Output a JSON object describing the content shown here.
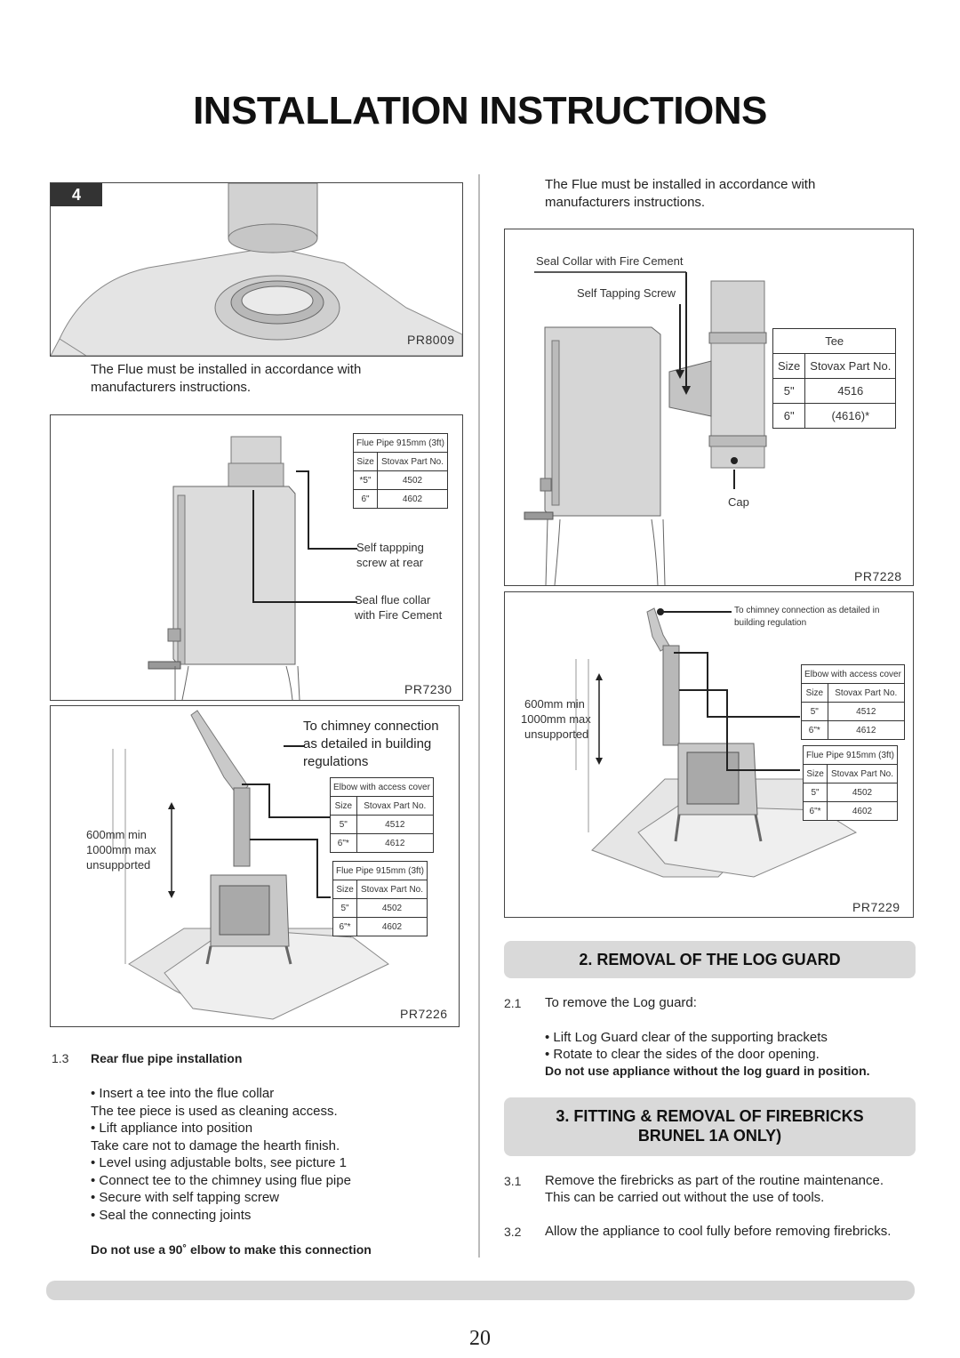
{
  "page_title": "INSTALLATION INSTRUCTIONS",
  "page_number": "20",
  "left": {
    "fig4": {
      "badge": "4",
      "code": "PR8009"
    },
    "fig4_caption_1": "The Flue must be installed in accordance with",
    "fig4_caption_2": "manufacturers instructions.",
    "fig_pr7230": {
      "code": "PR7230",
      "table_caption": "Flue Pipe 915mm (3ft)",
      "headers": [
        "Size",
        "Stovax Part No."
      ],
      "rows": [
        [
          "*5\"",
          "4502"
        ],
        [
          "6\"",
          "4602"
        ]
      ],
      "label_screw_1": "Self tappping",
      "label_screw_2": "screw at rear",
      "label_seal_1": "Seal flue collar",
      "label_seal_2": "with Fire Cement"
    },
    "fig_pr7226": {
      "code": "PR7226",
      "label_chimney_1": "To chimney connection",
      "label_chimney_2": "as detailed in building",
      "label_chimney_3": "regulations",
      "dim_1": "600mm min",
      "dim_2": "1000mm max",
      "dim_3": "unsupported",
      "elbow_caption": "Elbow with access cover",
      "elbow_headers": [
        "Size",
        "Stovax Part No."
      ],
      "elbow_rows": [
        [
          "5\"",
          "4512"
        ],
        [
          "6\"*",
          "4612"
        ]
      ],
      "flue_caption": "Flue Pipe 915mm (3ft)",
      "flue_headers": [
        "Size",
        "Stovax Part No."
      ],
      "flue_rows": [
        [
          "5\"",
          "4502"
        ],
        [
          "6\"*",
          "4602"
        ]
      ]
    },
    "section_1_3": {
      "number": "1.3",
      "heading": "Rear flue pipe installation",
      "bullet_1": "Insert a tee into the flue collar",
      "line_2": "The tee piece is used as cleaning access.",
      "bullet_3": "Lift appliance into position",
      "line_4": "Take care not to damage the hearth finish.",
      "bullet_5": "Level using adjustable bolts, see picture 1",
      "bullet_6": "Connect tee to the chimney using flue pipe",
      "bullet_7": "Secure with self tapping screw",
      "bullet_8": "Seal the connecting joints",
      "warning": "Do not use a 90˚ elbow to make this connection"
    }
  },
  "right": {
    "intro_1": "The Flue must be installed in accordance with",
    "intro_2": "manufacturers instructions.",
    "fig_pr7228": {
      "code": "PR7228",
      "label_seal": "Seal Collar with Fire Cement",
      "label_screw": "Self Tapping Screw",
      "label_cap": "Cap",
      "tee_caption": "Tee",
      "headers": [
        "Size",
        "Stovax Part No."
      ],
      "rows": [
        [
          "5\"",
          "4516"
        ],
        [
          "6\"",
          "(4616)*"
        ]
      ]
    },
    "fig_pr7229": {
      "code": "PR7229",
      "label_chimney_1": "To chimney connection as detailed in",
      "label_chimney_2": "building regulation",
      "dim_1": "600mm min",
      "dim_2": "1000mm max",
      "dim_3": "unsupported",
      "elbow_caption": "Elbow with access cover",
      "elbow_headers": [
        "Size",
        "Stovax Part No."
      ],
      "elbow_rows": [
        [
          "5\"",
          "4512"
        ],
        [
          "6\"*",
          "4612"
        ]
      ],
      "flue_caption": "Flue Pipe 915mm (3ft)",
      "flue_headers": [
        "Size",
        "Stovax Part No."
      ],
      "flue_rows": [
        [
          "5\"",
          "4502"
        ],
        [
          "6\"*",
          "4602"
        ]
      ]
    },
    "section_2": {
      "heading": "2. REMOVAL OF THE LOG GUARD",
      "number": "2.1",
      "intro": "To remove the Log guard:",
      "bullet_1": "Lift Log Guard clear of the supporting brackets",
      "bullet_2": "Rotate to clear the sides of the door opening.",
      "warning": "Do not use appliance without the log guard in position."
    },
    "section_3": {
      "heading_1": "3. FITTING & REMOVAL OF FIREBRICKS",
      "heading_2": "BRUNEL 1A ONLY)",
      "p1_number": "3.1",
      "p1_line_1": "Remove the firebricks as part of the routine maintenance.",
      "p1_line_2": "This can be carried out without the use of tools.",
      "p2_number": "3.2",
      "p2_line_1": "Allow the appliance to cool fully before removing firebricks."
    }
  }
}
